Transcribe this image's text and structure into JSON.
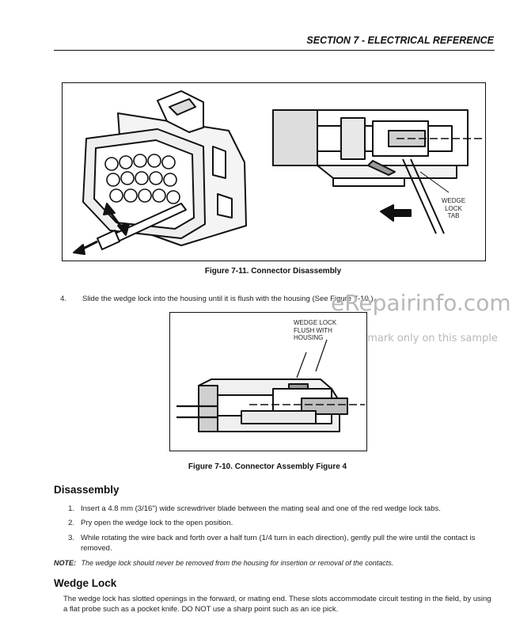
{
  "header": {
    "section_title": "SECTION 7 - ELECTRICAL REFERENCE"
  },
  "figure_top": {
    "caption": "Figure 7-11.  Connector Disassembly",
    "callout": [
      "WEDGE",
      "LOCK",
      "TAB"
    ]
  },
  "step4": {
    "number": "4.",
    "text": "Slide the wedge lock into the housing until it is flush with the housing (See Figure 7-10.)."
  },
  "figure_mid": {
    "caption": "Figure 7-10.  Connector Assembly Figure 4",
    "callout": [
      "WEDGE LOCK",
      "FLUSH WITH",
      "HOUSING"
    ]
  },
  "watermark": {
    "site": "eRepairinfo.com",
    "notice": "Watermark only on this sample"
  },
  "disassembly": {
    "heading": "Disassembly",
    "steps": [
      {
        "number": "1.",
        "text": "Insert a 4.8 mm (3/16\") wide screwdriver blade between the mating seal and one of the red wedge lock tabs."
      },
      {
        "number": "2.",
        "text": "Pry open the wedge lock to the open position."
      },
      {
        "number": "3.",
        "text": "While rotating the wire back and forth over a half turn (1/4 turn in each direction), gently pull the wire until the contact is removed."
      }
    ]
  },
  "note": {
    "label": "NOTE:",
    "text": "The wedge lock should never be removed from the housing for insertion or removal of the contacts."
  },
  "wedge_lock": {
    "heading": "Wedge Lock",
    "text": "The wedge lock has slotted openings in the forward, or mating end. These slots accommodate circuit testing in the field, by using a flat probe such as a pocket knife. DO NOT use a sharp point such as an ice pick."
  }
}
